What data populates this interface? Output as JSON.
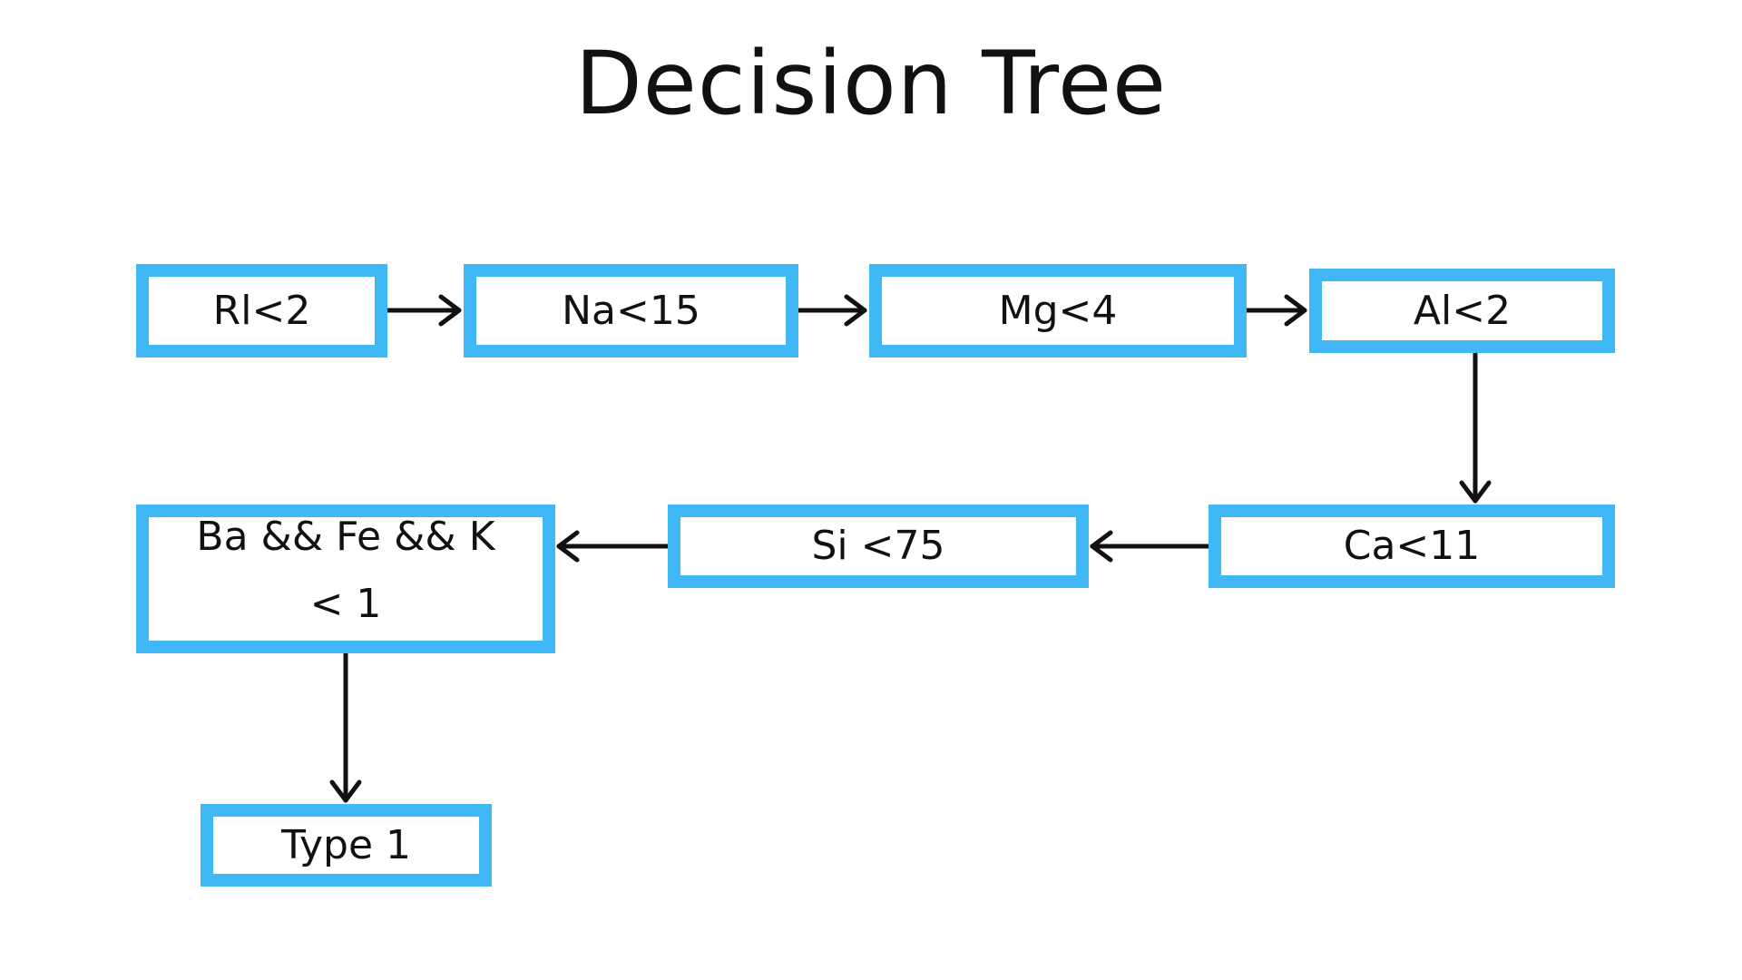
{
  "title": "Decision Tree",
  "nodes": {
    "ri": "Rl<2",
    "na": "Na<15",
    "mg": "Mg<4",
    "al": "Al<2",
    "ca": "Ca<11",
    "si": "Si <75",
    "ba": "Ba && Fe && K < 1",
    "type": "Type 1"
  },
  "colors": {
    "node_border": "#3fb8f5",
    "arrow": "#111111",
    "text": "#111111",
    "background": "#ffffff"
  }
}
